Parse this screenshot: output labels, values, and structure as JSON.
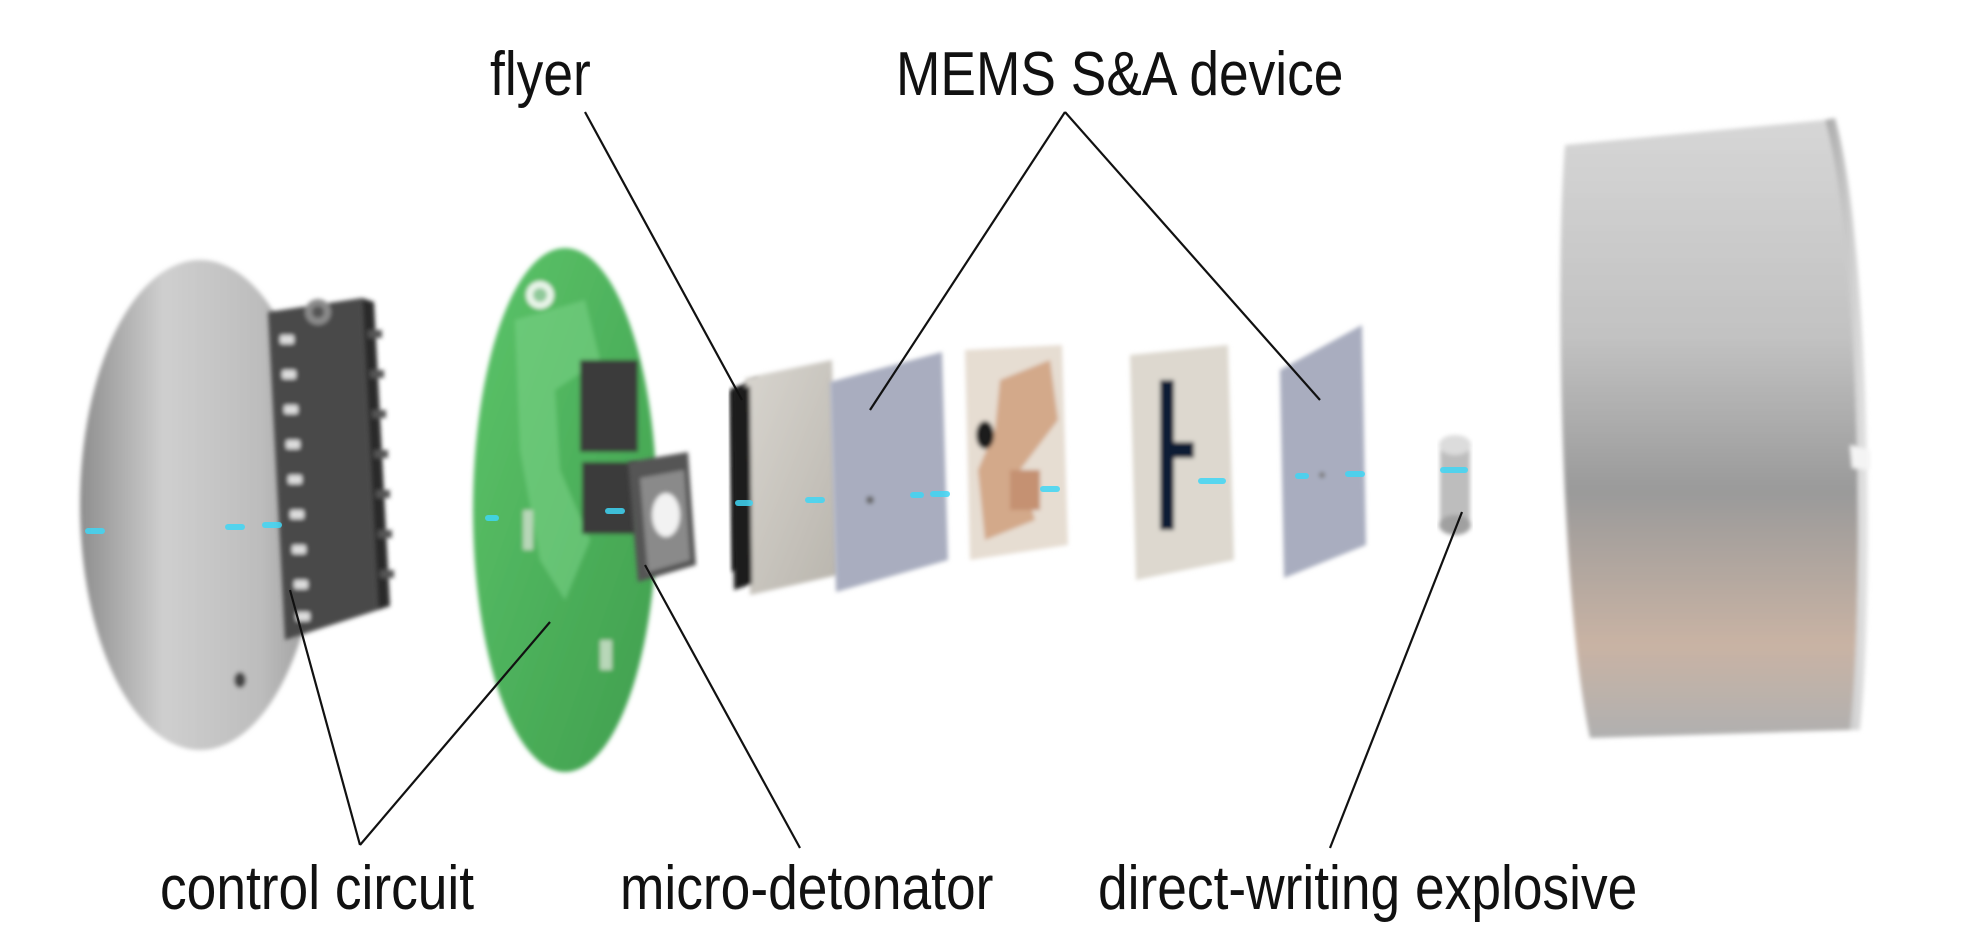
{
  "labels": {
    "flyer": "flyer",
    "mems": "MEMS S&A device",
    "control_circuit": "control circuit",
    "micro_detonator": "micro-detonator",
    "direct_writing_explosive": "direct-writing explosive"
  },
  "colors": {
    "background": "#ffffff",
    "housing_metal": "#bdbdbd",
    "pcb_green": "#4cb35a",
    "chip_black": "#3a3a3a",
    "mems_layer_blue": "#a9adbf",
    "mems_layer_copper": "#d3a98a",
    "axis_cyan": "#3fd6f5",
    "leader_line": "#111111"
  }
}
